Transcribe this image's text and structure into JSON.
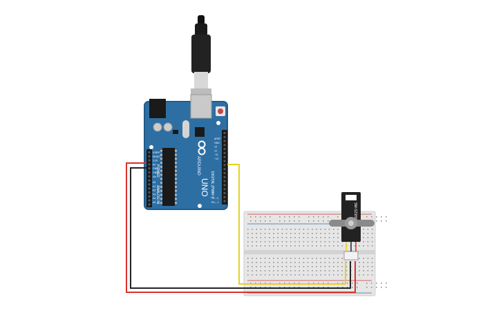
{
  "board": {
    "logo": "ARDUINO",
    "model": "UNO",
    "power_label": "POWER",
    "analog_label": "ANALOG IN",
    "digital_label": "DIGITAL (PWM~)",
    "power_pins": [
      "IOREF",
      "RESET",
      "3.3V",
      "5V",
      "GND",
      "GND",
      "Vin"
    ],
    "analog_pins": [
      "A0",
      "A1",
      "A2",
      "A3",
      "A4",
      "A5"
    ],
    "digital_top": [
      "AREF",
      "GND",
      "13",
      "12",
      "~11",
      "~10"
    ],
    "tx_rx": [
      "TX→0",
      "RX←1"
    ]
  },
  "servo": {
    "model_label": "SM-S2309S"
  },
  "colors": {
    "board": "#2e6fa3",
    "board_edge": "#1f5a8a",
    "wire_red": "#d9302b",
    "wire_black": "#222222",
    "wire_yellow": "#e8d020",
    "breadboard": "#e6e6e6",
    "servo_body": "#222222",
    "horn": "#8a8a8a"
  }
}
